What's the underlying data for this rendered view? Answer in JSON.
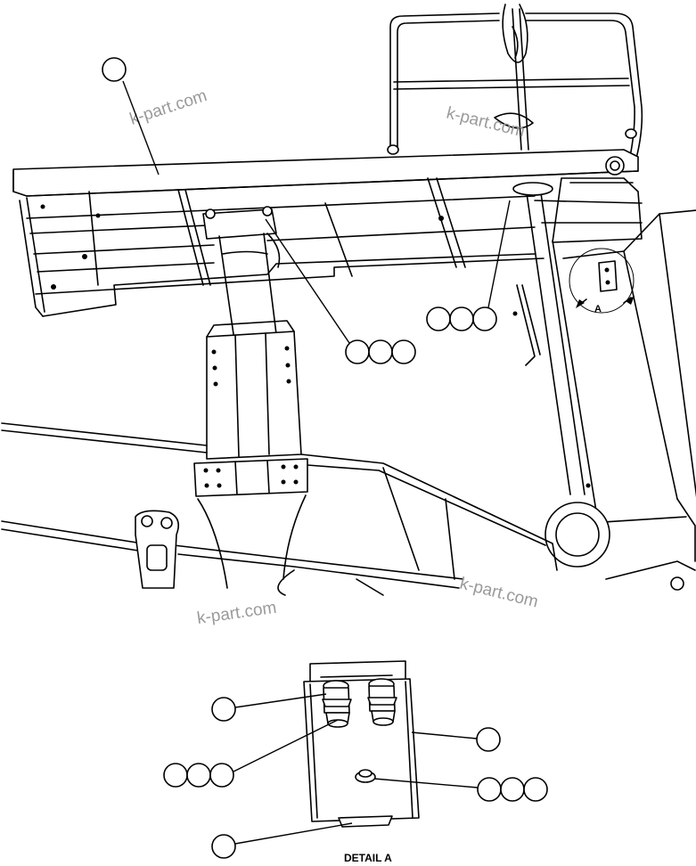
{
  "watermark": {
    "text": "k-part.com"
  },
  "detail": {
    "view_letter": "A",
    "caption": "DETAIL A"
  },
  "callout_groups": [
    {
      "id": "platform",
      "count": 1
    },
    {
      "id": "pillar-bolts",
      "count": 3
    },
    {
      "id": "strut-bolts",
      "count": 3
    },
    {
      "id": "detail-cap",
      "count": 1
    },
    {
      "id": "detail-fittings",
      "count": 3
    },
    {
      "id": "detail-bracket",
      "count": 1
    },
    {
      "id": "detail-plug",
      "count": 3
    },
    {
      "id": "detail-mount",
      "count": 1
    }
  ]
}
